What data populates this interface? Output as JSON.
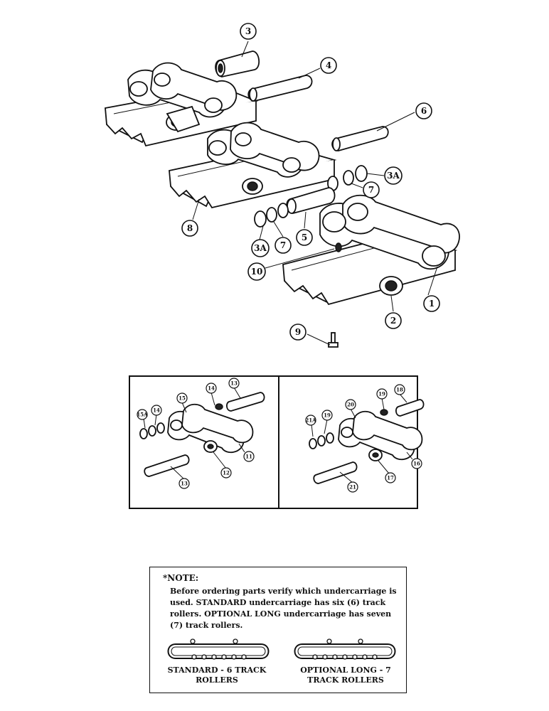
{
  "callouts_main": [
    {
      "id": "c3",
      "text": "3"
    },
    {
      "id": "c4",
      "text": "4"
    },
    {
      "id": "c6",
      "text": "6"
    },
    {
      "id": "c3A_r",
      "text": "3A"
    },
    {
      "id": "c7_r",
      "text": "7"
    },
    {
      "id": "c8",
      "text": "8"
    },
    {
      "id": "c5",
      "text": "5"
    },
    {
      "id": "c7_l",
      "text": "7"
    },
    {
      "id": "c3A_l",
      "text": "3A"
    },
    {
      "id": "c10",
      "text": "10"
    },
    {
      "id": "c1",
      "text": "1"
    },
    {
      "id": "c2",
      "text": "2"
    },
    {
      "id": "c9",
      "text": "9"
    }
  ],
  "callouts_inset_left": [
    {
      "text": "13"
    },
    {
      "text": "14"
    },
    {
      "text": "15"
    },
    {
      "text": "15A"
    },
    {
      "text": "14"
    },
    {
      "text": "11"
    },
    {
      "text": "12"
    },
    {
      "text": "13"
    }
  ],
  "callouts_inset_right": [
    {
      "text": "18"
    },
    {
      "text": "19"
    },
    {
      "text": "20"
    },
    {
      "text": "21A"
    },
    {
      "text": "19"
    },
    {
      "text": "16"
    },
    {
      "text": "17"
    },
    {
      "text": "21"
    }
  ],
  "note": {
    "title": "*NOTE:",
    "body": "Before ordering parts verify which undercarriage is used. STANDARD undercarriage has six (6) track rollers. OPTIONAL LONG undercarriage has seven (7) track rollers.",
    "standard_line1": "STANDARD - 6 TRACK",
    "standard_line2": "ROLLERS",
    "optional_line1": "OPTIONAL LONG - 7",
    "optional_line2": "TRACK ROLLERS"
  }
}
